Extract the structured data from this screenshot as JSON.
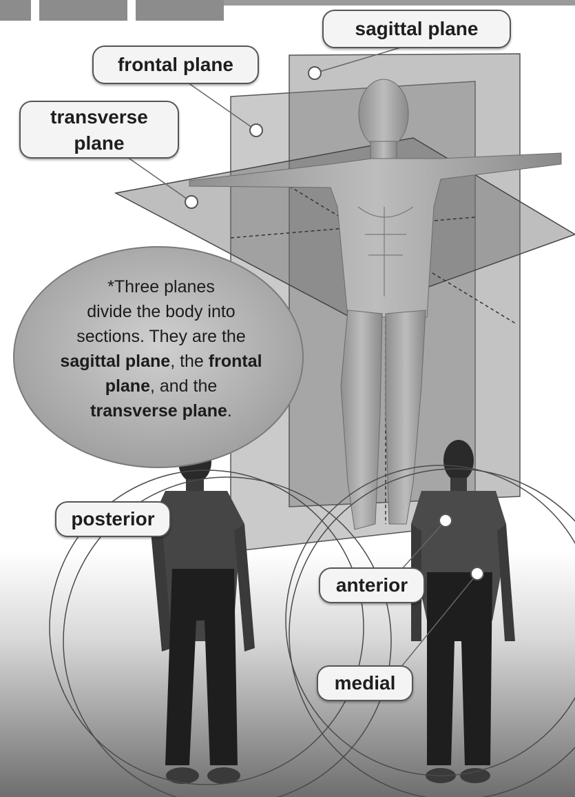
{
  "labels": {
    "sagittal": "sagittal plane",
    "frontal": "frontal plane",
    "transverse_line1": "transverse",
    "transverse_line2": "plane",
    "posterior": "posterior",
    "anterior": "anterior",
    "medial": "medial"
  },
  "note": {
    "line1": "*Three planes",
    "line2": "divide the body into",
    "line3": "sections. They are the",
    "bold_sagittal": "sagittal plane",
    "text_the": ", the ",
    "bold_frontal": "frontal",
    "bold_plane": "plane",
    "text_and_the": ", and the",
    "bold_transverse": "transverse plane",
    "period": "."
  },
  "colors": {
    "background": "#ffffff",
    "plane": "#7a7a7a",
    "bubble": "#a9a9a9",
    "skin_model": "#a3a3a3",
    "dark_figure": "#1c1c1c",
    "label_border": "#555555"
  }
}
